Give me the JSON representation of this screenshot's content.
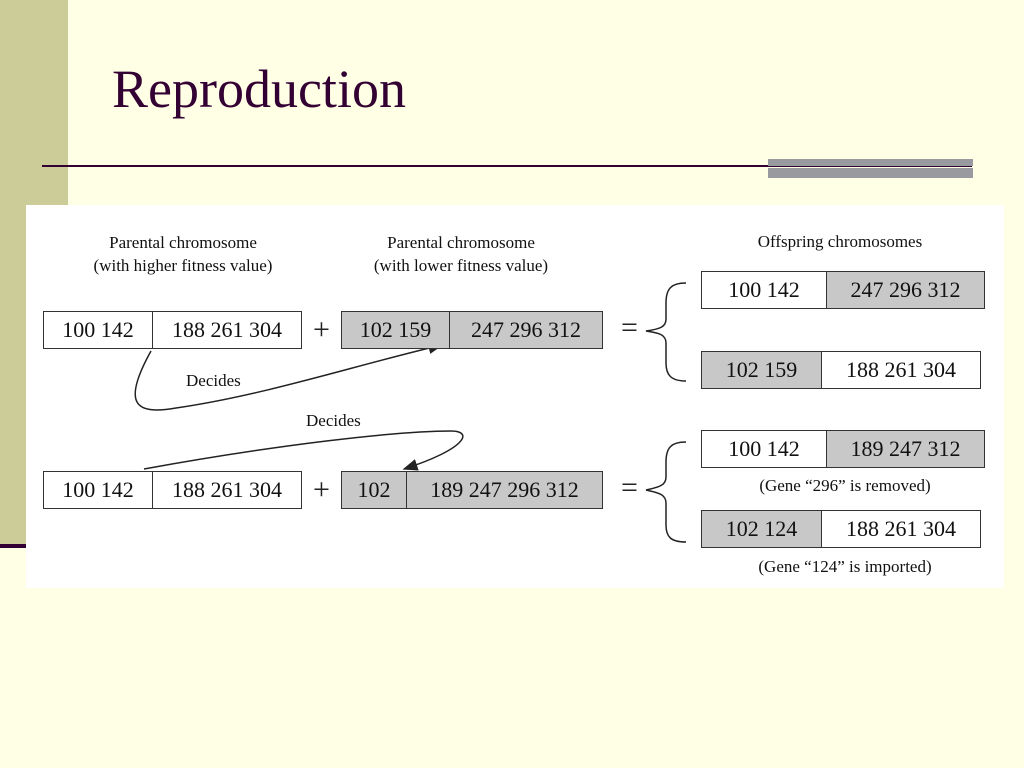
{
  "slide": {
    "title": "Reproduction"
  },
  "figure": {
    "captions": {
      "parent_high": [
        "Parental chromosome",
        "(with higher fitness value)"
      ],
      "parent_low": [
        "Parental chromosome",
        "(with lower fitness value)"
      ],
      "offspring": "Offspring chromosomes",
      "gene_removed": "(Gene “296” is removed)",
      "gene_imported": "(Gene “124” is imported)"
    },
    "decides_label": "Decides",
    "plus": "+",
    "equals": "=",
    "row1": {
      "parent_high": [
        "100 142",
        "188 261 304"
      ],
      "parent_low": [
        "102 159",
        "247 296 312"
      ],
      "offspring_1": [
        "100 142",
        "247 296 312"
      ],
      "offspring_2": [
        "102 159",
        "188 261 304"
      ]
    },
    "row2": {
      "parent_high": [
        "100 142",
        "188 261 304"
      ],
      "parent_low": [
        "102",
        "189 247 296 312"
      ],
      "offspring_1": [
        "100 142",
        "189 247 312"
      ],
      "offspring_2": [
        "102 124",
        "188 261 304"
      ]
    },
    "colors": {
      "gray_segment": "#C8C8C8",
      "title": "#330033",
      "sidebar": "#CCCC99",
      "background": "#FFFFE5"
    }
  }
}
